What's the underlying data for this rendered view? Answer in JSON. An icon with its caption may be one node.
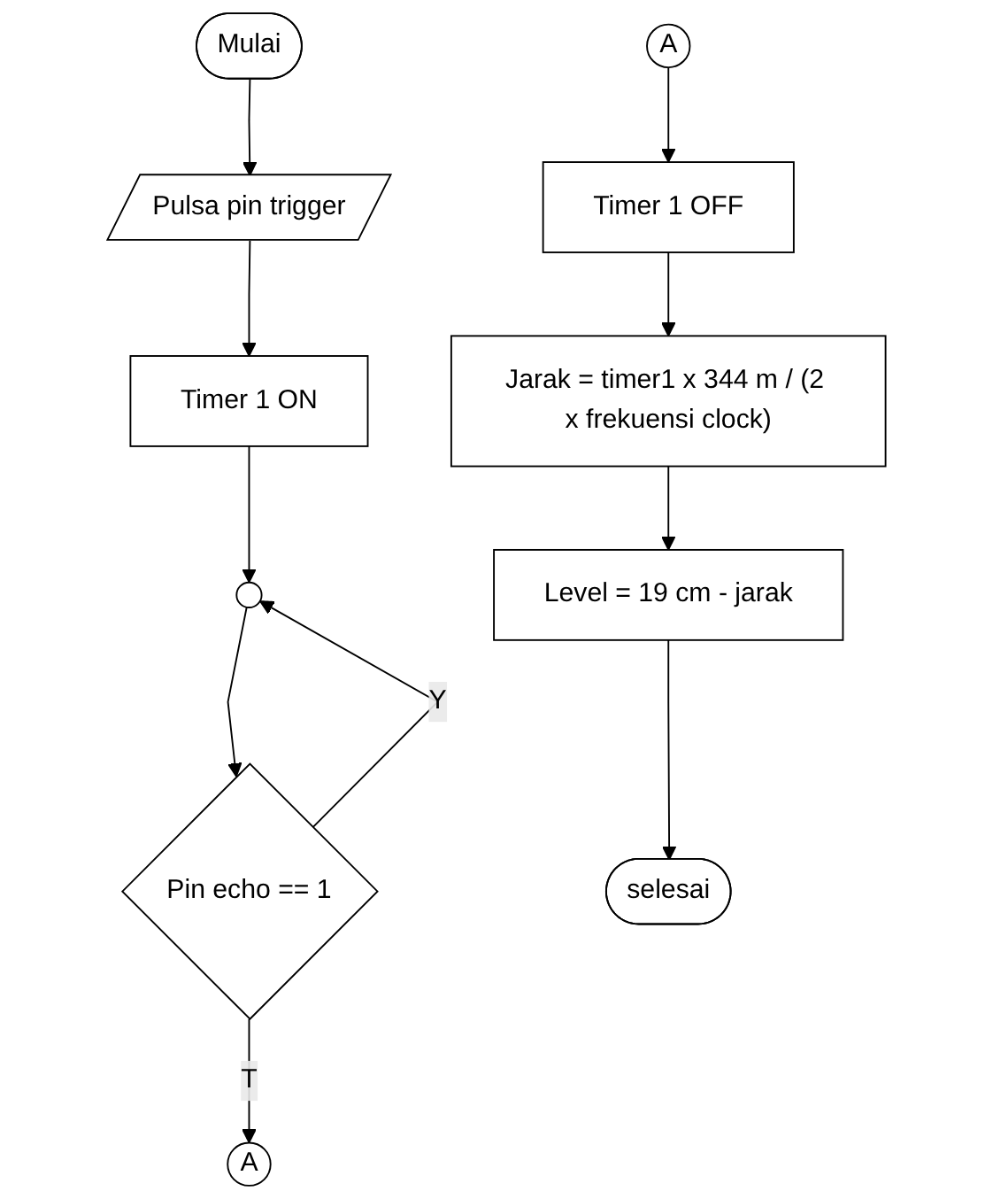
{
  "diagram": {
    "nodes": [
      {
        "text": [
          "Mulai"
        ]
      },
      {
        "text": [
          "Pulsa pin trigger"
        ]
      },
      {
        "text": [
          "Timer 1 ON"
        ]
      },
      {
        "text": [],
        "shape": "circle"
      },
      {
        "text": [
          "Pin echo == 1"
        ]
      },
      {
        "text": [
          "A"
        ]
      },
      {
        "text": [
          "A"
        ]
      },
      {
        "text": [
          "Timer 1 OFF"
        ]
      },
      {
        "text": [
          "Jarak = timer1 x 344 m / (2 x frekuensi clock)"
        ]
      },
      {
        "text": [
          "Level = 19 cm - jarak"
        ]
      },
      {
        "text": [
          "selesai"
        ]
      }
    ],
    "edges": [
      {
        "from": 0,
        "to": 1,
        "arrow": "to"
      },
      {
        "from": 1,
        "to": 2,
        "arrow": "to"
      },
      {
        "from": 2,
        "to": 3,
        "arrow": "to"
      },
      {
        "from": 3,
        "to": 4,
        "arrow": "to"
      },
      {
        "from": 4,
        "to": 3,
        "arrow": "to",
        "label": "Y"
      },
      {
        "from": 4,
        "to": 5,
        "arrow": "to",
        "label": "T"
      },
      {
        "from": 6,
        "to": 7,
        "arrow": "to"
      },
      {
        "from": 7,
        "to": 8,
        "arrow": "to"
      },
      {
        "from": 8,
        "to": 9,
        "arrow": "to"
      },
      {
        "from": 9,
        "to": 10,
        "arrow": "to"
      }
    ]
  }
}
